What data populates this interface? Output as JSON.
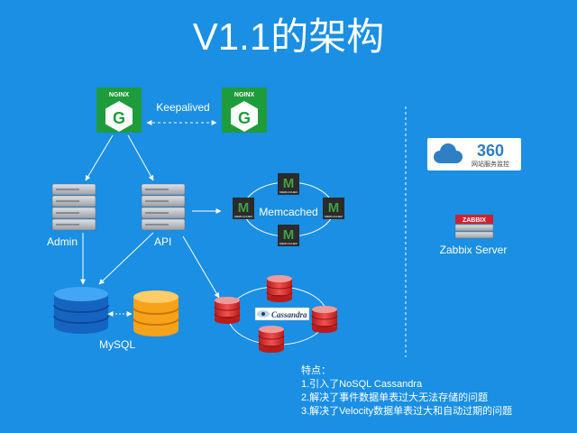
{
  "title": "V1.1的架构",
  "nginx_label": "NGINX",
  "keepalived": "Keepalived",
  "admin_label": "Admin",
  "api_label": "API",
  "memcached_label": "Memcached",
  "memcached_node_text": "MEMCACHED",
  "mysql_label": "MySQL",
  "cassandra_label": "Cassandra",
  "monitor_360": {
    "logo_text": "360",
    "sub_text": "网站服务监控"
  },
  "zabbix": {
    "badge_text": "ZABBIX",
    "label": "Zabbix Server"
  },
  "notes": {
    "heading": "特点：",
    "items": [
      "1.引入了NoSQL Cassandra",
      "2.解决了事件数据单表过大无法存储的问题",
      "3.解决了Velocity数据单表过大和自动过期的问题"
    ]
  },
  "colors": {
    "background": "#1a8fe3",
    "nginx_green": "#1e9c3b",
    "server_gray": "#b8bcc2",
    "mysql_blue": "#1565c0",
    "mysql_orange": "#f7a21b",
    "cassandra_red": "#d32f2f",
    "memcached_dark": "#2b2b2b",
    "memcached_green": "#43a047",
    "monitor_cloud": "#2f7fc4",
    "zabbix_red": "#d3212c"
  }
}
